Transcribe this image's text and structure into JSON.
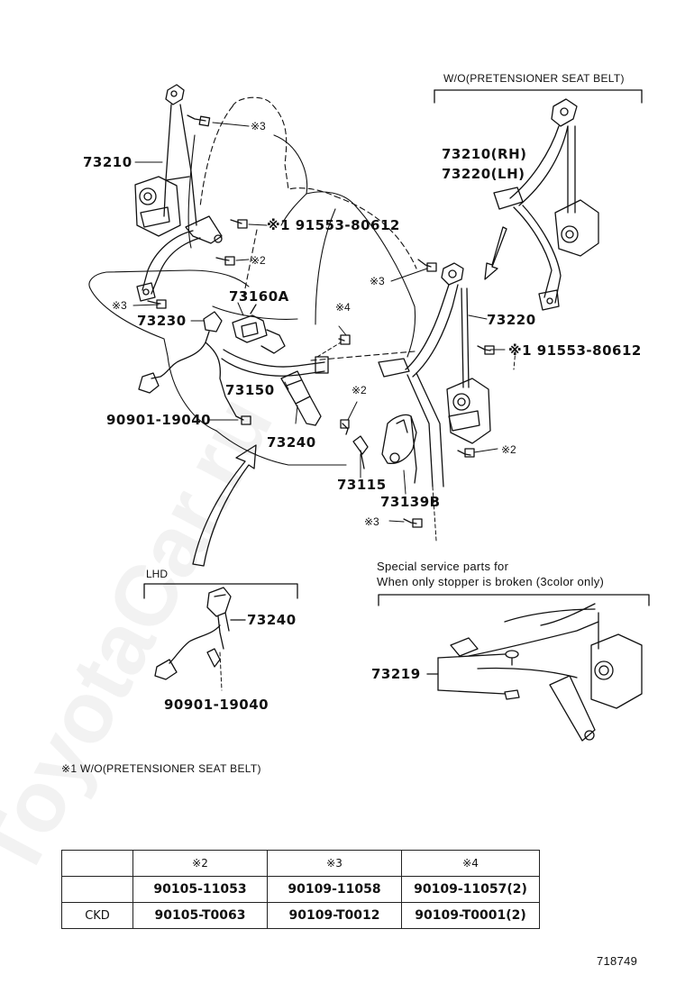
{
  "diagram": {
    "labels": {
      "p73210": "73210",
      "p91553_a": "※1 91553-80612",
      "mark3_a": "※3",
      "mark2_a": "※2",
      "mark3_b": "※3",
      "p73160A": "73160A",
      "mark4": "※4",
      "p73230": "73230",
      "p73150": "73150",
      "mark2_b": "※2",
      "p90901_a": "90901-19040",
      "p73240_a": "73240",
      "p73115": "73115",
      "p73139B": "73139B",
      "mark3_c": "※3",
      "mark3_d": "※3",
      "p73220_main": "73220",
      "p91553_b": "※1 91553-80612",
      "mark2_c": "※2",
      "wo_header": "W/O(PRETENSIONER SEAT BELT)",
      "p73210_rh": "73210(RH)",
      "p73220_lh": "73220(LH)",
      "lhd": "LHD",
      "p73240_b": "73240",
      "p90901_b": "90901-19040",
      "special_line1": "Special service parts for",
      "special_line2": "When only stopper is broken (3color only)",
      "p73219": "73219",
      "footnote": "※1 W/O(PRETENSIONER SEAT BELT)",
      "diagram_id": "718749",
      "watermark": "ToyotaCar.ru"
    },
    "table": {
      "headers": [
        "",
        "※2",
        "※3",
        "※4"
      ],
      "rows": [
        [
          "",
          "90105-11053",
          "90109-11058",
          "90109-11057(2)"
        ],
        [
          "CKD",
          "90105-T0063",
          "90109-T0012",
          "90109-T0001(2)"
        ]
      ]
    }
  }
}
